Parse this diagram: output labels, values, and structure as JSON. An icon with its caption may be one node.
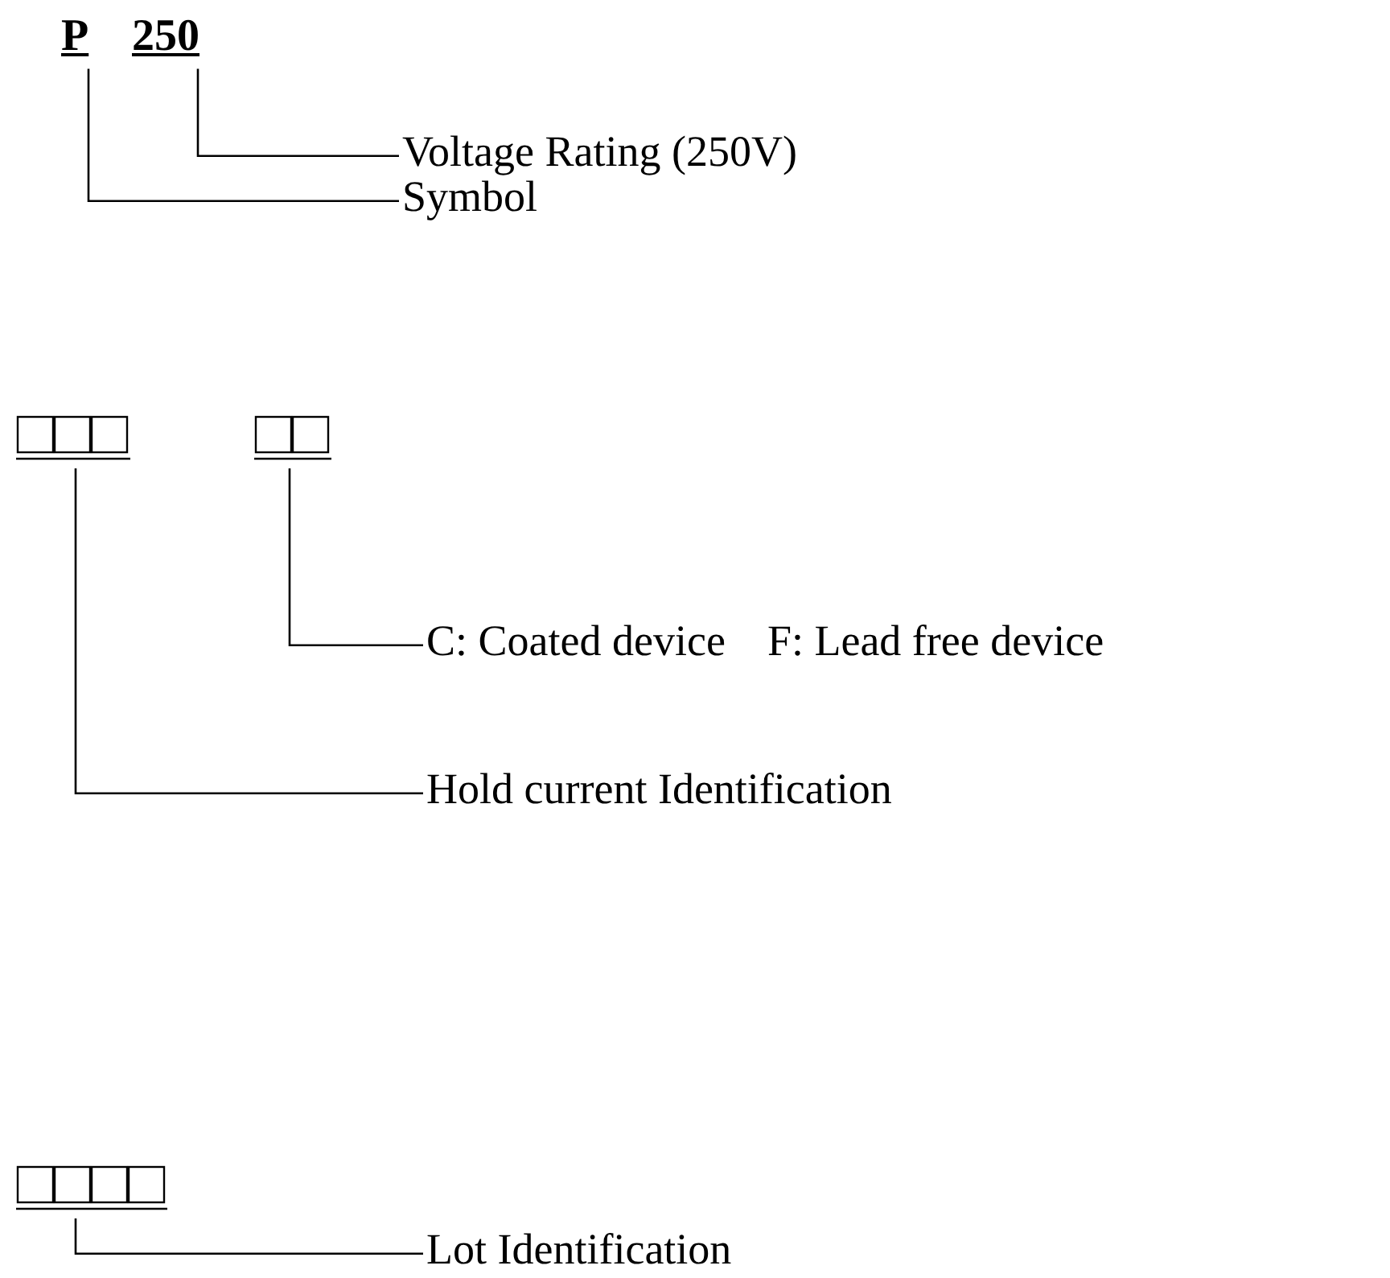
{
  "diagram": {
    "nodes": [
      {
        "text": [
          "P"
        ]
      },
      {
        "text": [
          "250"
        ]
      },
      {
        "text": [
          "Voltage Rating (250V)"
        ]
      },
      {
        "text": [
          "Symbol"
        ]
      },
      {
        "text": [],
        "shape": "box"
      },
      {
        "text": [],
        "shape": "box"
      },
      {
        "text": [
          "C: Coated device",
          "F: Lead free device"
        ]
      },
      {
        "text": [
          "Hold current Identification"
        ]
      },
      {
        "text": [],
        "shape": "box"
      },
      {
        "text": [
          "Lot Identification"
        ]
      }
    ],
    "edges": [
      {
        "from": 2,
        "to": 1,
        "arrow": "none"
      },
      {
        "from": 3,
        "to": 0,
        "arrow": "none"
      },
      {
        "from": 6,
        "to": 5,
        "arrow": "none"
      },
      {
        "from": 7,
        "to": 4,
        "arrow": "none"
      },
      {
        "from": 9,
        "to": 8,
        "arrow": "none"
      }
    ]
  }
}
